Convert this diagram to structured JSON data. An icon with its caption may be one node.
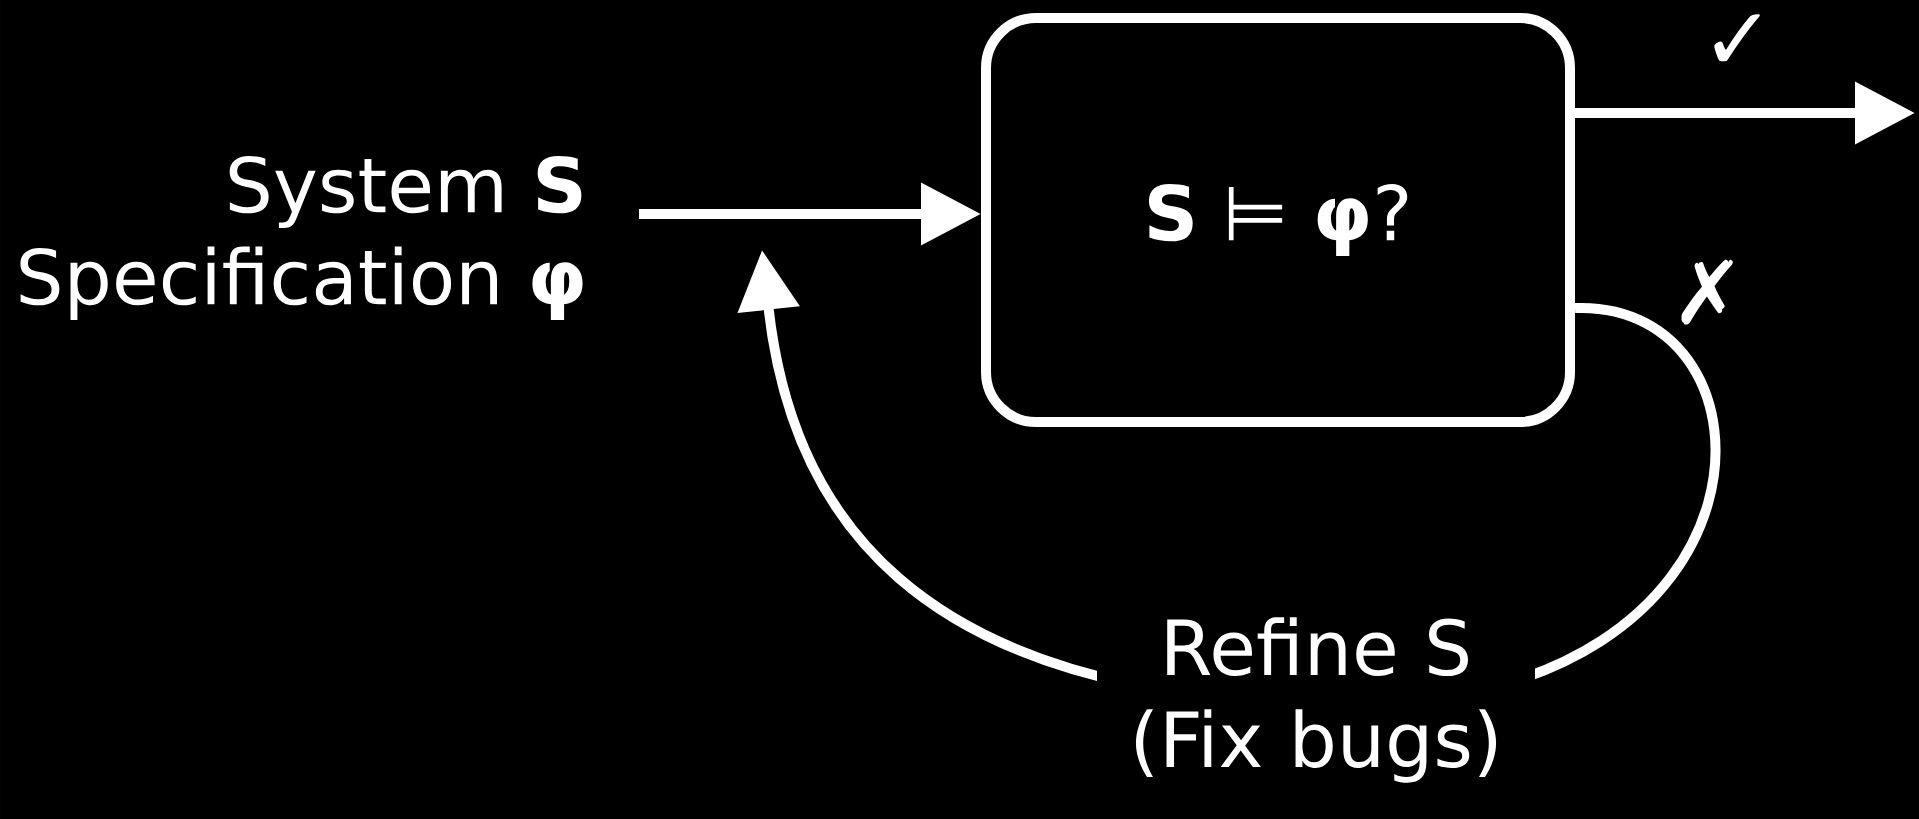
{
  "diagram": {
    "nodes": [
      {
        "text": [
          "System **S**",
          "Specification **φ**"
        ]
      },
      {
        "text": [
          "**S** ⊨ **φ**?"
        ]
      }
    ],
    "edges": [
      {
        "from": 0,
        "to": 1,
        "arrow": "to"
      },
      {
        "from": 1,
        "to": null,
        "arrow": "to",
        "label": "✓"
      },
      {
        "from": 1,
        "to": null,
        "arrow": "to",
        "label": "✗"
      }
    ],
    "labels": [
      "Refine S (Fix bugs)"
    ]
  }
}
